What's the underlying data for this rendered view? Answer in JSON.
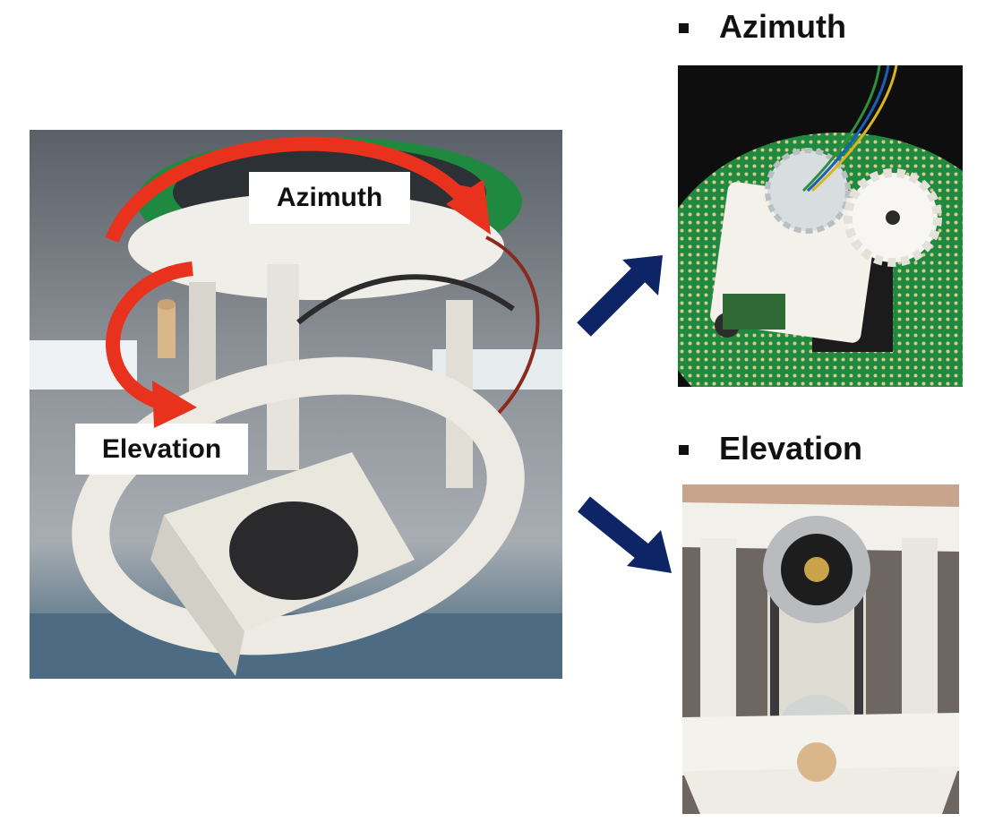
{
  "main_photo": {
    "azimuth_label": "Azimuth",
    "elevation_label": "Elevation"
  },
  "detail_views": [
    {
      "heading": "Azimuth"
    },
    {
      "heading": "Elevation"
    }
  ],
  "colors": {
    "rotation_arrow": "#e8321e",
    "pointer_arrow": "#0d2466",
    "pcb_green": "#1f8a3f",
    "printed_part": "#f2f0ea"
  }
}
